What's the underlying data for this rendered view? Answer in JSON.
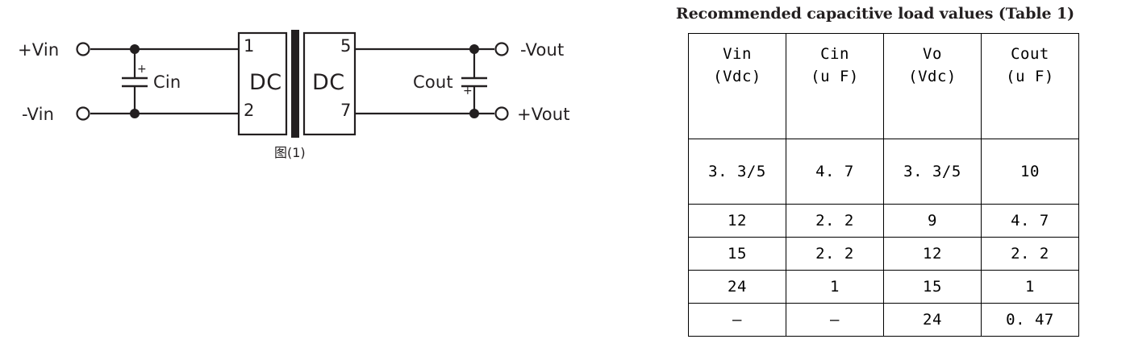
{
  "schematic": {
    "caption": "图(1)",
    "input_terminals": [
      {
        "name": "plus-vin",
        "label": "+Vin"
      },
      {
        "name": "minus-vin",
        "label": "-Vin"
      }
    ],
    "output_terminals": [
      {
        "name": "minus-vout",
        "label": "-Vout"
      },
      {
        "name": "plus-vout",
        "label": "+Vout"
      }
    ],
    "capacitors": [
      {
        "name": "cin",
        "label": "Cin",
        "polarity": "+"
      },
      {
        "name": "cout",
        "label": "Cout",
        "polarity": "+"
      }
    ],
    "converter": {
      "left_block_label": "DC",
      "right_block_label": "DC",
      "pins": {
        "top_left": "1",
        "bottom_left": "2",
        "top_right": "5",
        "bottom_right": "7"
      }
    },
    "colors": {
      "line": "#231f20",
      "fill": "#ffffff"
    }
  },
  "table": {
    "title": "Recommended capacitive load values (Table 1)",
    "columns": [
      {
        "line1": "Vin",
        "line2": "(Vdc)"
      },
      {
        "line1": "Cin",
        "line2": "(u F)"
      },
      {
        "line1": "Vo",
        "line2": "(Vdc)"
      },
      {
        "line1": "Cout",
        "line2": "(u F)"
      }
    ],
    "rows": [
      {
        "cells": [
          "3. 3/5",
          "4. 7",
          "3. 3/5",
          "10"
        ],
        "height": "tall"
      },
      {
        "cells": [
          "12",
          "2. 2",
          "9",
          "4. 7"
        ],
        "height": "norm"
      },
      {
        "cells": [
          "15",
          "2. 2",
          "12",
          "2. 2"
        ],
        "height": "norm"
      },
      {
        "cells": [
          "24",
          "1",
          "15",
          "1"
        ],
        "height": "norm"
      },
      {
        "cells": [
          "–",
          "–",
          "24",
          "0. 47"
        ],
        "height": "norm"
      }
    ]
  }
}
